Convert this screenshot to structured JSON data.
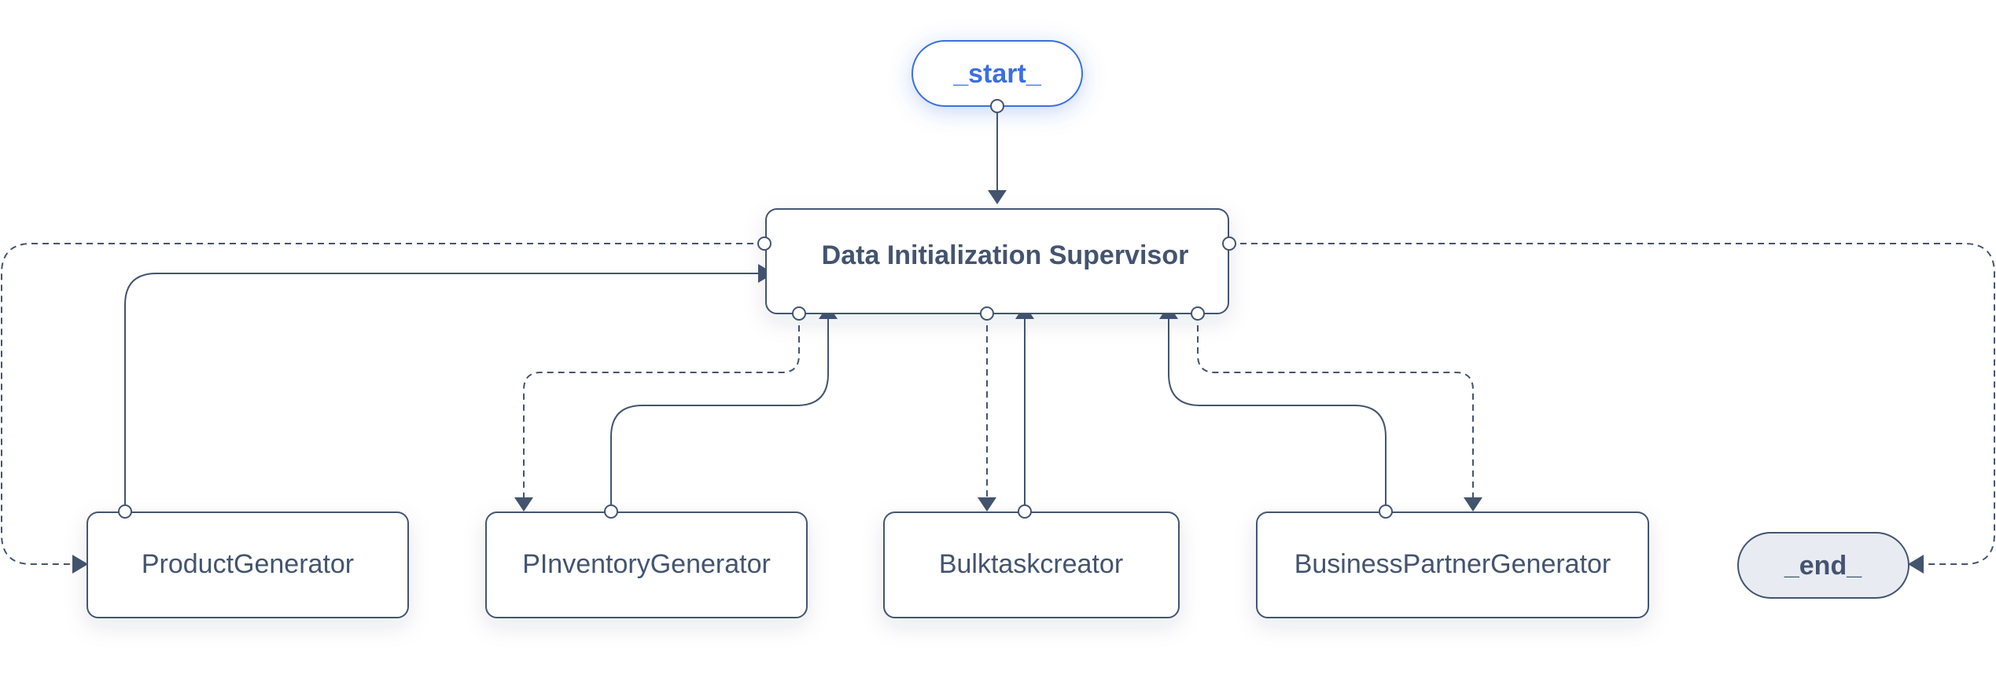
{
  "colors": {
    "stroke": "#44546f",
    "start_accent": "#3b6fe0",
    "end_fill": "#e8ebf2",
    "node_fill": "#ffffff"
  },
  "nodes": {
    "start": {
      "label": "_start_"
    },
    "supervisor": {
      "label": "Data Initialization Supervisor"
    },
    "product_generator": {
      "label": "ProductGenerator"
    },
    "inventory_generator": {
      "label": "PInventoryGenerator"
    },
    "bulktask_creator": {
      "label": "Bulktaskcreator"
    },
    "business_partner_generator": {
      "label": "BusinessPartnerGenerator"
    },
    "end": {
      "label": "_end_"
    }
  },
  "edges": [
    {
      "from": "_start_",
      "to": "Data Initialization Supervisor",
      "style": "solid"
    },
    {
      "from": "Data Initialization Supervisor",
      "to": "ProductGenerator",
      "style": "dashed"
    },
    {
      "from": "ProductGenerator",
      "to": "Data Initialization Supervisor",
      "style": "solid"
    },
    {
      "from": "Data Initialization Supervisor",
      "to": "PInventoryGenerator",
      "style": "dashed"
    },
    {
      "from": "PInventoryGenerator",
      "to": "Data Initialization Supervisor",
      "style": "solid"
    },
    {
      "from": "Data Initialization Supervisor",
      "to": "Bulktaskcreator",
      "style": "dashed"
    },
    {
      "from": "Bulktaskcreator",
      "to": "Data Initialization Supervisor",
      "style": "solid"
    },
    {
      "from": "Data Initialization Supervisor",
      "to": "BusinessPartnerGenerator",
      "style": "dashed"
    },
    {
      "from": "BusinessPartnerGenerator",
      "to": "Data Initialization Supervisor",
      "style": "solid"
    },
    {
      "from": "Data Initialization Supervisor",
      "to": "_end_",
      "style": "dashed"
    }
  ]
}
